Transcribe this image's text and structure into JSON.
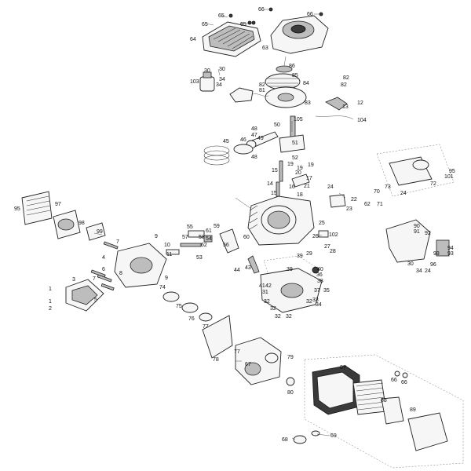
{
  "part_labels": [
    {
      "id": "l-65a",
      "text": "65"
    },
    {
      "id": "l-65b",
      "text": "65"
    },
    {
      "id": "l-65c",
      "text": "65"
    },
    {
      "id": "l-66a",
      "text": "66"
    },
    {
      "id": "l-66b",
      "text": "66"
    },
    {
      "id": "l-64",
      "text": "64"
    },
    {
      "id": "l-63",
      "text": "63"
    },
    {
      "id": "l-86",
      "text": "86"
    },
    {
      "id": "l-85",
      "text": "85"
    },
    {
      "id": "l-84",
      "text": "84"
    },
    {
      "id": "l-83",
      "text": "83"
    },
    {
      "id": "l-82a",
      "text": "82"
    },
    {
      "id": "l-81",
      "text": "81"
    },
    {
      "id": "l-82b",
      "text": "82"
    },
    {
      "id": "l-82c",
      "text": "82"
    },
    {
      "id": "l-30a",
      "text": "30"
    },
    {
      "id": "l-30b",
      "text": "30"
    },
    {
      "id": "l-34a",
      "text": "34"
    },
    {
      "id": "l-34b",
      "text": "34"
    },
    {
      "id": "l-103",
      "text": "103"
    },
    {
      "id": "l-12",
      "text": "12"
    },
    {
      "id": "l-13",
      "text": "13"
    },
    {
      "id": "l-104",
      "text": "104"
    },
    {
      "id": "l-105",
      "text": "105"
    },
    {
      "id": "l-50",
      "text": "50"
    },
    {
      "id": "l-48a",
      "text": "48"
    },
    {
      "id": "l-47",
      "text": "47"
    },
    {
      "id": "l-46",
      "text": "46"
    },
    {
      "id": "l-49",
      "text": "49"
    },
    {
      "id": "l-45",
      "text": "45"
    },
    {
      "id": "l-51",
      "text": "51"
    },
    {
      "id": "l-48b",
      "text": "48"
    },
    {
      "id": "l-52",
      "text": "52"
    },
    {
      "id": "l-19a",
      "text": "19"
    },
    {
      "id": "l-19b",
      "text": "19"
    },
    {
      "id": "l-19c",
      "text": "19"
    },
    {
      "id": "l-15a",
      "text": "15"
    },
    {
      "id": "l-20",
      "text": "20"
    },
    {
      "id": "l-17",
      "text": "17"
    },
    {
      "id": "l-14",
      "text": "14"
    },
    {
      "id": "l-16",
      "text": "16"
    },
    {
      "id": "l-21",
      "text": "21"
    },
    {
      "id": "l-15b",
      "text": "15"
    },
    {
      "id": "l-18",
      "text": "18"
    },
    {
      "id": "l-24a",
      "text": "24"
    },
    {
      "id": "l-22",
      "text": "22"
    },
    {
      "id": "l-23",
      "text": "23"
    },
    {
      "id": "l-25",
      "text": "25"
    },
    {
      "id": "l-26",
      "text": "26"
    },
    {
      "id": "l-102",
      "text": "102"
    },
    {
      "id": "l-27",
      "text": "27"
    },
    {
      "id": "l-29",
      "text": "29"
    },
    {
      "id": "l-28",
      "text": "28"
    },
    {
      "id": "l-39a",
      "text": "39"
    },
    {
      "id": "l-39b",
      "text": "39"
    },
    {
      "id": "l-40",
      "text": "40"
    },
    {
      "id": "l-36",
      "text": "36"
    },
    {
      "id": "l-44",
      "text": "44"
    },
    {
      "id": "l-43",
      "text": "43"
    },
    {
      "id": "l-41",
      "text": "41"
    },
    {
      "id": "l-42",
      "text": "42"
    },
    {
      "id": "l-31",
      "text": "31"
    },
    {
      "id": "l-38",
      "text": "38"
    },
    {
      "id": "l-37",
      "text": "37"
    },
    {
      "id": "l-35",
      "text": "35"
    },
    {
      "id": "l-32a",
      "text": "32"
    },
    {
      "id": "l-33",
      "text": "33"
    },
    {
      "id": "l-34c",
      "text": "34"
    },
    {
      "id": "l-32b",
      "text": "32"
    },
    {
      "id": "l-32c",
      "text": "32"
    },
    {
      "id": "l-32d",
      "text": "32"
    },
    {
      "id": "l-32e",
      "text": "32"
    },
    {
      "id": "l-95a",
      "text": "95"
    },
    {
      "id": "l-97",
      "text": "97"
    },
    {
      "id": "l-98",
      "text": "98"
    },
    {
      "id": "l-99",
      "text": "99"
    },
    {
      "id": "l-7a",
      "text": "7"
    },
    {
      "id": "l-9a",
      "text": "9"
    },
    {
      "id": "l-10",
      "text": "10"
    },
    {
      "id": "l-11",
      "text": "11"
    },
    {
      "id": "l-4",
      "text": "4"
    },
    {
      "id": "l-6",
      "text": "6"
    },
    {
      "id": "l-8",
      "text": "8"
    },
    {
      "id": "l-7b",
      "text": "7"
    },
    {
      "id": "l-5",
      "text": "5"
    },
    {
      "id": "l-9b",
      "text": "9"
    },
    {
      "id": "l-1a",
      "text": "1"
    },
    {
      "id": "l-1b",
      "text": "1"
    },
    {
      "id": "l-2",
      "text": "2"
    },
    {
      "id": "l-3",
      "text": "3"
    },
    {
      "id": "l-53",
      "text": "53"
    },
    {
      "id": "l-54",
      "text": "54"
    },
    {
      "id": "l-55",
      "text": "55"
    },
    {
      "id": "l-56",
      "text": "56"
    },
    {
      "id": "l-57",
      "text": "57"
    },
    {
      "id": "l-58",
      "text": "58"
    },
    {
      "id": "l-59",
      "text": "59"
    },
    {
      "id": "l-60",
      "text": "60"
    },
    {
      "id": "l-61",
      "text": "61"
    },
    {
      "id": "l-62",
      "text": "62"
    },
    {
      "id": "l-74",
      "text": "74"
    },
    {
      "id": "l-75",
      "text": "75"
    },
    {
      "id": "l-76",
      "text": "76"
    },
    {
      "id": "l-77a",
      "text": "77"
    },
    {
      "id": "l-77b",
      "text": "77"
    },
    {
      "id": "l-78",
      "text": "78"
    },
    {
      "id": "l-79",
      "text": "79"
    },
    {
      "id": "l-67",
      "text": "67"
    },
    {
      "id": "l-80",
      "text": "80"
    },
    {
      "id": "l-87",
      "text": "87"
    },
    {
      "id": "l-66c",
      "text": "66"
    },
    {
      "id": "l-66d",
      "text": "66"
    },
    {
      "id": "l-88",
      "text": "88"
    },
    {
      "id": "l-89",
      "text": "89"
    },
    {
      "id": "l-68",
      "text": "68"
    },
    {
      "id": "l-69",
      "text": "69"
    },
    {
      "id": "l-95b",
      "text": "95"
    },
    {
      "id": "l-101",
      "text": "101"
    },
    {
      "id": "l-72",
      "text": "72"
    },
    {
      "id": "l-73",
      "text": "73"
    },
    {
      "id": "l-70",
      "text": "70"
    },
    {
      "id": "l-71",
      "text": "71"
    },
    {
      "id": "l-24b",
      "text": "24"
    },
    {
      "id": "l-62b",
      "text": "62"
    },
    {
      "id": "l-90",
      "text": "90"
    },
    {
      "id": "l-91",
      "text": "91"
    },
    {
      "id": "l-92",
      "text": "92"
    },
    {
      "id": "l-94",
      "text": "94"
    },
    {
      "id": "l-93a",
      "text": "93"
    },
    {
      "id": "l-93b",
      "text": "93"
    },
    {
      "id": "l-96",
      "text": "96"
    },
    {
      "id": "l-30c",
      "text": "30"
    },
    {
      "id": "l-34d",
      "text": "34"
    },
    {
      "id": "l-24c",
      "text": "24"
    }
  ]
}
